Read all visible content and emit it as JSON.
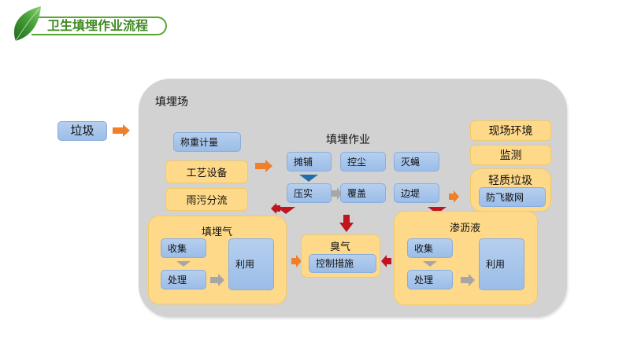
{
  "header": {
    "title": "卫生填埋作业流程",
    "icon": "leaf-icon",
    "accent": "#5aa531"
  },
  "input": {
    "label": "垃圾"
  },
  "landfill": {
    "title": "填埋场",
    "weighing": "称重计量",
    "equipment": "工艺设备",
    "stormwater": "雨污分流",
    "operation": {
      "title": "填埋作业",
      "steps": [
        "摊铺",
        "控尘",
        "灭蝇",
        "压实",
        "覆盖",
        "边堤"
      ]
    },
    "monitoring": {
      "site_env": "现场环境",
      "monitor": "监测",
      "light_waste": "轻质垃圾",
      "net": "防飞散网"
    },
    "landfill_gas": {
      "title": "填埋气",
      "collect": "收集",
      "treat": "处理",
      "use": "利用"
    },
    "odor": {
      "title": "臭气",
      "control": "控制措施"
    },
    "leachate": {
      "title": "渗沥液",
      "collect": "收集",
      "treat": "处理",
      "use": "利用"
    }
  },
  "colors": {
    "gray": "#d2d2d2",
    "yellow": "#ffd98a",
    "blue": "#a8c6ec",
    "orange_arrow": "#f07f2a",
    "red_arrow": "#c0141e",
    "blue_arrow": "#1f6fb0",
    "gray_arrow": "#a6a6a6"
  }
}
